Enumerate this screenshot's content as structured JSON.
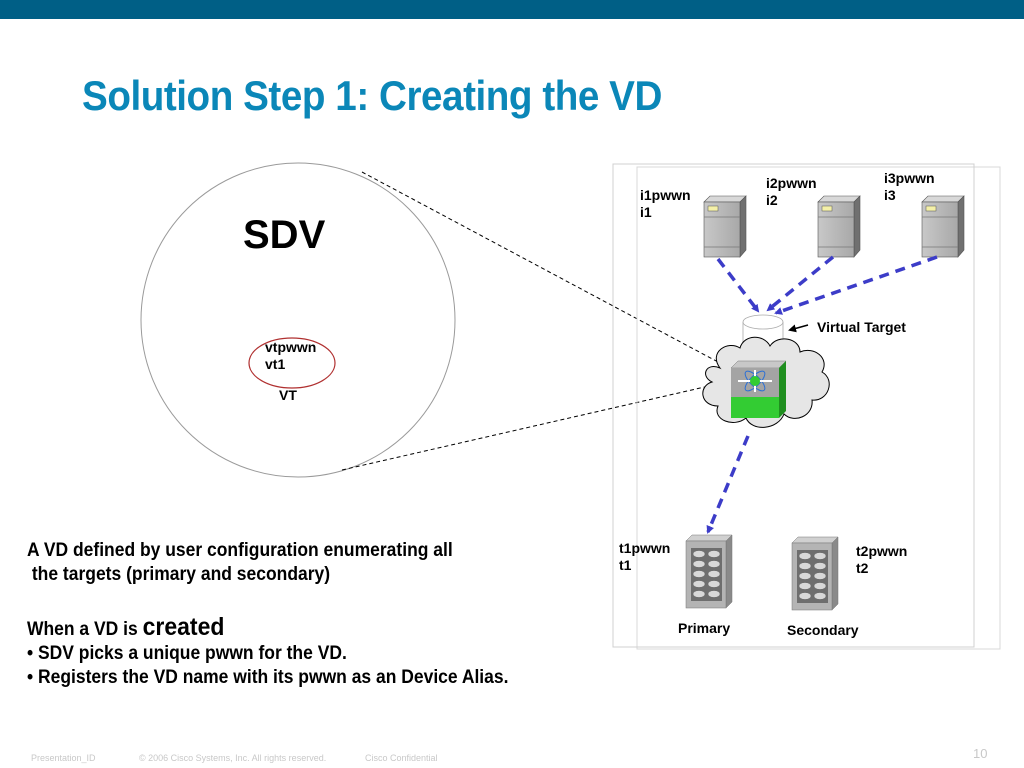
{
  "slide": {
    "title": "Solution Step 1: Creating the VD",
    "accent_color": "#005f86",
    "title_color": "#0b87b8"
  },
  "sdv_circle": {
    "label": "SDV",
    "vt_pwwn": "vtpwwn",
    "vt_id": "vt1",
    "vt_label": "VT"
  },
  "fabric": {
    "initiators": [
      {
        "pwwn": "i1pwwn",
        "id": "i1"
      },
      {
        "pwwn": "i2pwwn",
        "id": "i2"
      },
      {
        "pwwn": "i3pwwn",
        "id": "i3"
      }
    ],
    "virtual_target_label": "Virtual Target",
    "targets": [
      {
        "pwwn": "t1pwwn",
        "id": "t1",
        "role": "Primary"
      },
      {
        "pwwn": "t2pwwn",
        "id": "t2",
        "role": "Secondary"
      }
    ],
    "link_color": "#3c3cc8",
    "switch_color": "#33cc33"
  },
  "body": {
    "line1": "A VD defined by user configuration enumerating all",
    "line2": " the targets (primary and secondary)",
    "line3_prefix": "When a VD is ",
    "line3_emph": "created",
    "bullet1": "• SDV picks a unique pwwn for the VD.",
    "bullet2": "• Registers the VD name with its pwwn as an Device Alias."
  },
  "footer": {
    "presentation_id": "Presentation_ID",
    "copyright": "© 2006 Cisco Systems, Inc. All rights reserved.",
    "confidential": "Cisco Confidential",
    "page_number": "10"
  }
}
